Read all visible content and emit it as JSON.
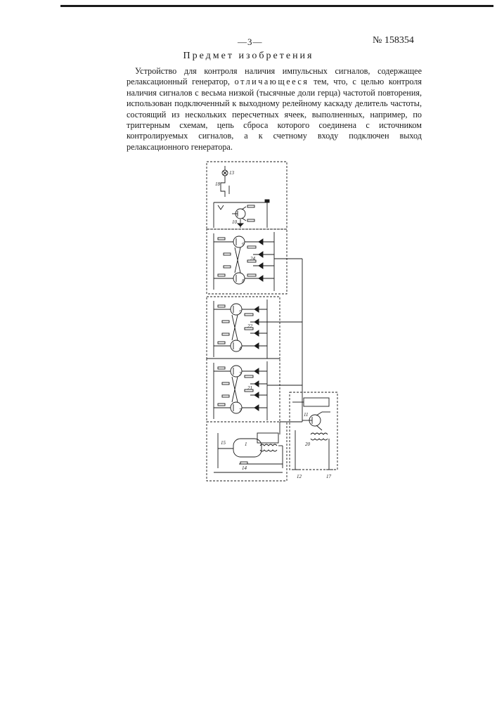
{
  "header": {
    "page_number": "—3—",
    "patent_number": "№ 158354"
  },
  "section_title": "Предмет изобретения",
  "claim": {
    "part1": "Устройство для контроля наличия импульсных сигналов, содержащее релаксационный генератор,",
    "spaced": "отличающееся",
    "part2": "тем, что, с целью контроля наличия сигналов с весьма низкой (тысячные доли герца) частотой повторения, использован подключенный к выходному релейному каскаду делитель частоты, состоящий из нескольких пересчетных ячеек, выполненных, например, по триггерным схемам, цепь сброса которого соединена с источником контролируемых сигналов, а к счетному входу подключен выход релаксационного генератора."
  },
  "schematic": {
    "labels": {
      "lamp": "13",
      "relay": "18",
      "output_transistor": "10",
      "trigger1_top": "9",
      "trigger1_bottom": "8",
      "trigger1_diodes": "24",
      "trigger2_top": "5",
      "trigger2_bottom": "4",
      "trigger2_diodes": "22",
      "trigger3_top": "3",
      "trigger3_bottom": "7",
      "trigger3_diodes": "21",
      "generator": "1",
      "gen_res": "15",
      "gen_res2": "14",
      "input_transistor": "11",
      "transformer": "20",
      "input_a": "12",
      "input_b": "17"
    }
  }
}
